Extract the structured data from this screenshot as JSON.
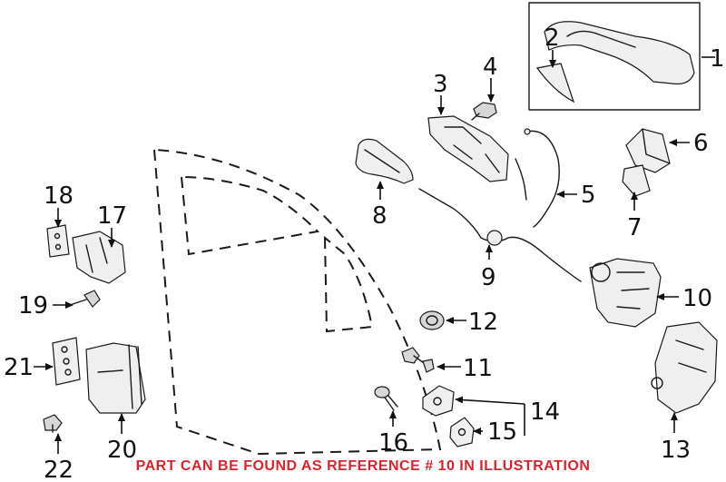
{
  "labels": {
    "n1": "1",
    "n2": "2",
    "n3": "3",
    "n4": "4",
    "n5": "5",
    "n6": "6",
    "n7": "7",
    "n8": "8",
    "n9": "9",
    "n10": "10",
    "n11": "11",
    "n12": "12",
    "n13": "13",
    "n14": "14",
    "n15": "15",
    "n16": "16",
    "n17": "17",
    "n18": "18",
    "n19": "19",
    "n20": "20",
    "n21": "21",
    "n22": "22"
  },
  "footer": {
    "text": "PART CAN BE FOUND AS REFERENCE # 10 IN ILLUSTRATION"
  },
  "colors": {
    "footer": "#e0202a",
    "line": "#1a1a1a",
    "shade": "#d7d7d7"
  }
}
